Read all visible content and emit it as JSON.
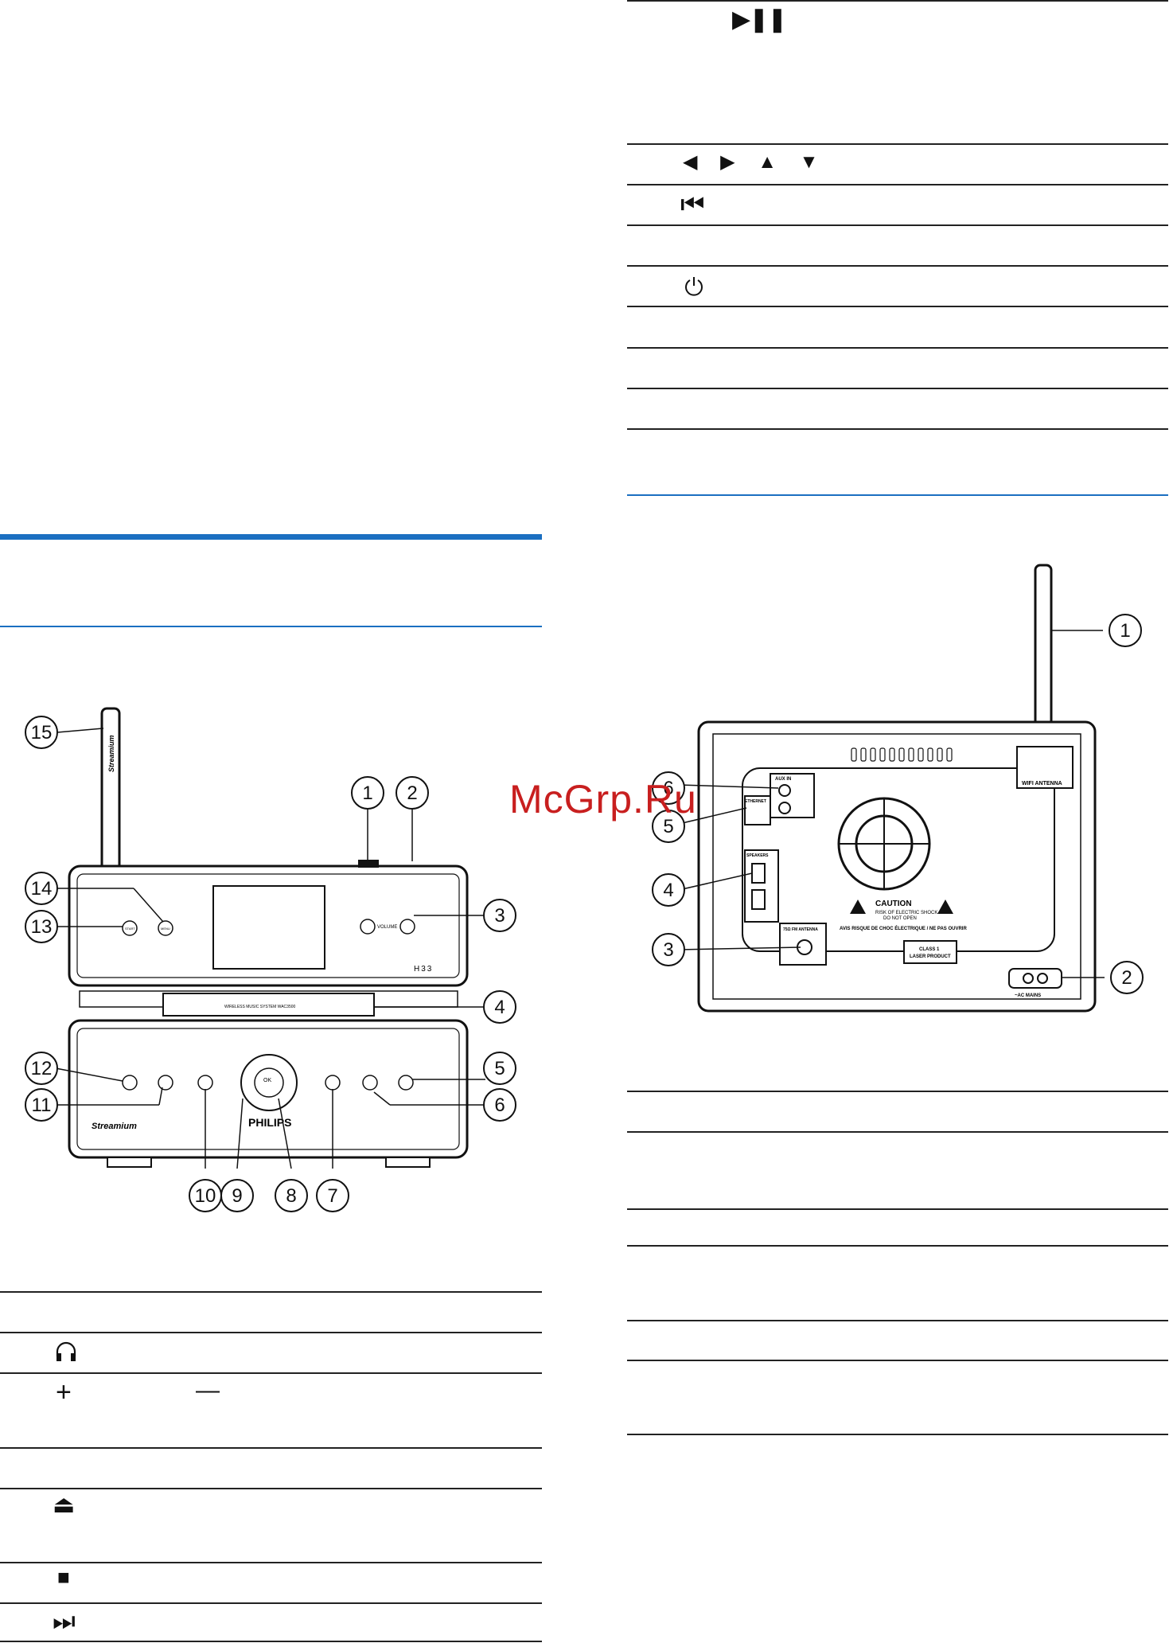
{
  "watermark": "McGrp.Ru",
  "front_figure": {
    "brand": "PHILIPS",
    "logo": "Streamium",
    "lcd_model": "H33",
    "strip_text": "WIRELESS MUSIC SYSTEM WAC3500",
    "btn_start": "START",
    "btn_menu": "MENU",
    "volume": "VOLUME",
    "ok_label": "OK",
    "callouts": [
      "1",
      "2",
      "3",
      "4",
      "5",
      "6",
      "7",
      "8",
      "9",
      "10",
      "11",
      "12",
      "13",
      "14",
      "15"
    ]
  },
  "rear_figure": {
    "aux_in": "AUX IN",
    "ethernet": "ETHERNET",
    "speakers": "SPEAKERS",
    "fm_antenna": "75Ω FM ANTENNA",
    "wifi_antenna": "WIFI ANTENNA",
    "ac_mains": "~AC MAINS",
    "caution_title": "CAUTION",
    "caution_line1": "RISK OF ELECTRIC SHOCK",
    "caution_line2": "DO NOT OPEN",
    "avis": "AVIS RISQUE DE CHOC ÉLECTRIQUE / NE PAS OUVRIR",
    "class1_line1": "CLASS 1",
    "class1_line2": "LASER PRODUCT",
    "callouts": [
      "1",
      "2",
      "3",
      "4",
      "5",
      "6"
    ]
  },
  "left_table_symbols": {
    "headphones": "headphones-icon",
    "plus": "+",
    "minus": "—",
    "eject": "⏏",
    "stop": "■",
    "next": "⏭"
  },
  "right_table_symbols": {
    "play_pause": "▶❚❚",
    "nav": "◀ ▶ ▲ ▼",
    "prev": "⏮",
    "power": "power-icon"
  }
}
